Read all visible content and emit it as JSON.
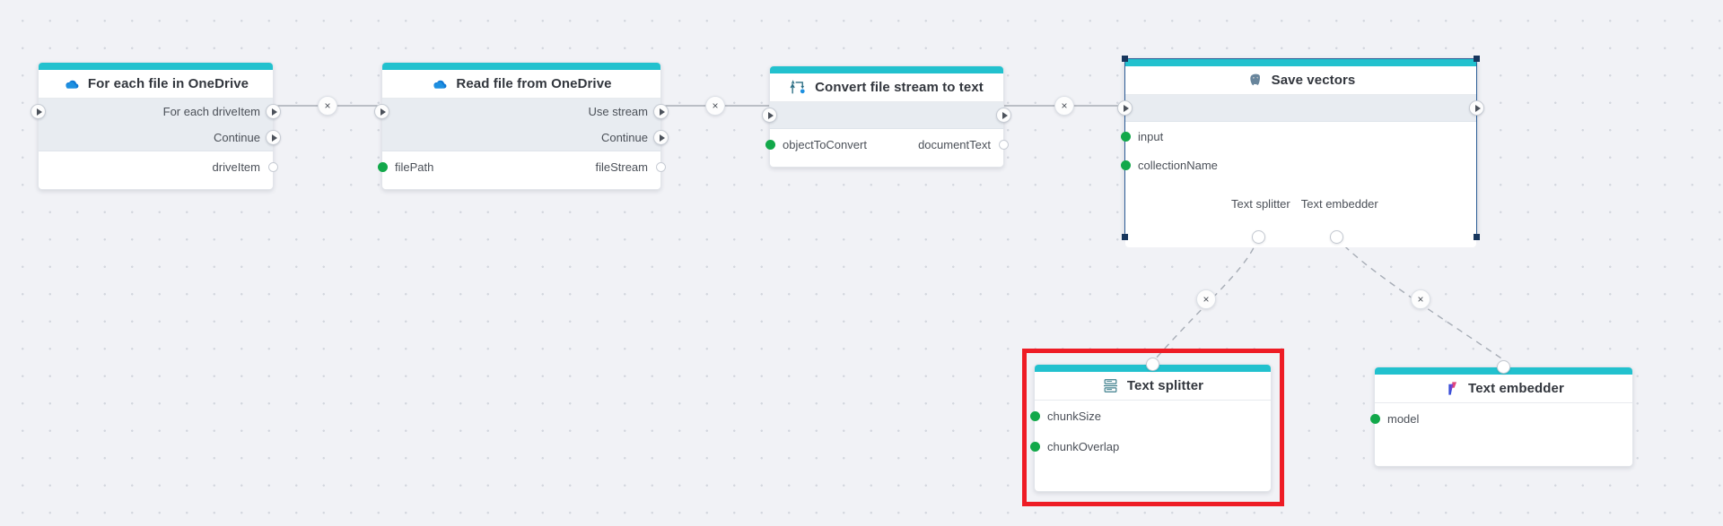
{
  "canvas": {
    "background": "#f1f2f6",
    "grid_dot_color": "#d3d6de",
    "accent_teal": "#22c1ce",
    "port_green": "#12a84a",
    "selection_blue": "#2b5c96",
    "annotation_red": "#ee1c25"
  },
  "nodes": [
    {
      "id": "for-each-file-in-onedrive",
      "title": "For each file in OneDrive",
      "icon": "onedrive-cloud-icon",
      "exec_rows": [
        {
          "label": "For each driveItem",
          "in_port": true,
          "out_port": true
        },
        {
          "label": "Continue",
          "in_port": false,
          "out_port": true
        }
      ],
      "data_rows": [
        {
          "in_label": "",
          "out_label": "driveItem",
          "in_port": false,
          "out_port": true
        }
      ]
    },
    {
      "id": "read-file-from-onedrive",
      "title": "Read file from OneDrive",
      "icon": "onedrive-cloud-icon",
      "exec_rows": [
        {
          "label": "Use stream",
          "in_port": true,
          "out_port": true
        },
        {
          "label": "Continue",
          "in_port": false,
          "out_port": true
        }
      ],
      "data_rows": [
        {
          "in_label": "filePath",
          "out_label": "fileStream",
          "in_port": true,
          "out_port": true
        }
      ]
    },
    {
      "id": "convert-file-stream-to-text",
      "title": "Convert file stream to text",
      "icon": "convert-transform-icon",
      "exec_rows": [
        {
          "label": "",
          "in_port": true,
          "out_port": true
        }
      ],
      "data_rows": [
        {
          "in_label": "objectToConvert",
          "out_label": "documentText",
          "in_port": true,
          "out_port": true
        }
      ]
    },
    {
      "id": "save-vectors",
      "title": "Save vectors",
      "icon": "postgresql-elephant-icon",
      "selected": true,
      "exec_rows": [
        {
          "label": "",
          "in_port": true,
          "out_port": true
        }
      ],
      "data_rows": [
        {
          "in_label": "input",
          "out_label": "",
          "in_port": true,
          "out_port": false
        },
        {
          "in_label": "collectionName",
          "out_label": "",
          "in_port": true,
          "out_port": false
        }
      ],
      "slot_labels": [
        "Text splitter",
        "Text embedder"
      ]
    },
    {
      "id": "text-splitter",
      "title": "Text splitter",
      "icon": "text-splitter-icon",
      "highlighted": true,
      "top_port": true,
      "data_rows": [
        {
          "in_label": "chunkSize",
          "out_label": "",
          "in_port": true,
          "out_port": false
        },
        {
          "in_label": "chunkOverlap",
          "out_label": "",
          "in_port": true,
          "out_port": false
        }
      ]
    },
    {
      "id": "text-embedder",
      "title": "Text embedder",
      "icon": "text-embedder-icon",
      "top_port": true,
      "data_rows": [
        {
          "in_label": "model",
          "out_label": "",
          "in_port": true,
          "out_port": false
        }
      ]
    }
  ],
  "edges": [
    {
      "id": "edge-foreach-to-read",
      "delete_label": "×"
    },
    {
      "id": "edge-read-to-convert",
      "delete_label": "×"
    },
    {
      "id": "edge-convert-to-savevectors",
      "delete_label": "×"
    },
    {
      "id": "edge-savevectors-to-splitter",
      "delete_label": "×"
    },
    {
      "id": "edge-savevectors-to-embedder",
      "delete_label": "×"
    }
  ]
}
